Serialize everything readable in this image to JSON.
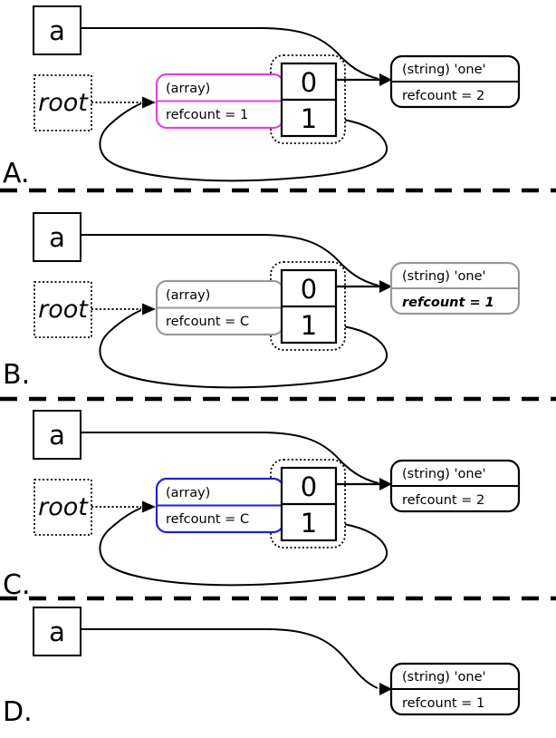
{
  "panels": [
    {
      "label": "A.",
      "variable": "a",
      "root": "root",
      "array_node": {
        "type": "(array)",
        "refcount": "refcount = 1",
        "color": "#dd44dd"
      },
      "cells": [
        "0",
        "1"
      ],
      "string_node": {
        "type": "(string) 'one'",
        "refcount": "refcount = 2",
        "color": "#000000"
      }
    },
    {
      "label": "B.",
      "variable": "a",
      "root": "root",
      "array_node": {
        "type": "(array)",
        "refcount": "refcount = C",
        "color": "#999999"
      },
      "cells": [
        "0",
        "1"
      ],
      "string_node": {
        "type": "(string) 'one'",
        "refcount": "refcount = 1",
        "color": "#999999"
      }
    },
    {
      "label": "C.",
      "variable": "a",
      "root": "root",
      "array_node": {
        "type": "(array)",
        "refcount": "refcount = C",
        "color": "#2222cc"
      },
      "cells": [
        "0",
        "1"
      ],
      "string_node": {
        "type": "(string) 'one'",
        "refcount": "refcount = 2",
        "color": "#000000"
      }
    },
    {
      "label": "D.",
      "variable": "a",
      "string_node": {
        "type": "(string) 'one'",
        "refcount": "refcount = 1",
        "color": "#000000"
      }
    }
  ]
}
